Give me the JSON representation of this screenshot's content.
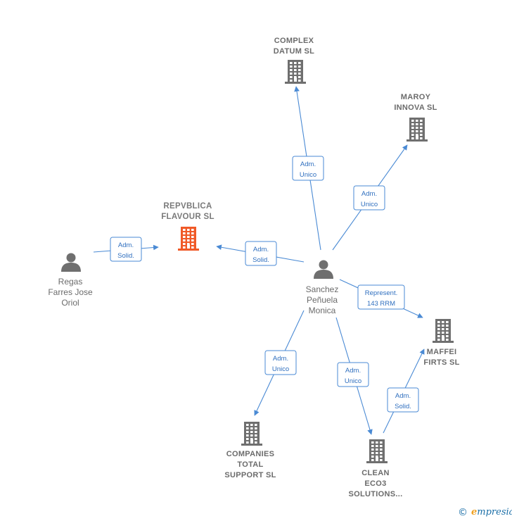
{
  "colors": {
    "edge": "#4a8ad4",
    "building": "#6f6f6f",
    "focus_building": "#f05a28",
    "person": "#6f6f6f"
  },
  "nodes": [
    {
      "id": "complex",
      "kind": "building",
      "lines": [
        "COMPLEX",
        "DATUM SL"
      ]
    },
    {
      "id": "maroy",
      "kind": "building",
      "lines": [
        "MAROY",
        "INNOVA SL"
      ]
    },
    {
      "id": "repvblica",
      "kind": "building",
      "focus": true,
      "lines": [
        "REPVBLICA",
        "FLAVOUR SL"
      ]
    },
    {
      "id": "maffei",
      "kind": "building",
      "lines": [
        "MAFFEI",
        "FIRTS SL"
      ]
    },
    {
      "id": "companies",
      "kind": "building",
      "lines": [
        "COMPANIES",
        "TOTAL",
        "SUPPORT SL"
      ]
    },
    {
      "id": "clean",
      "kind": "building",
      "lines": [
        "CLEAN",
        "ECO3",
        "SOLUTIONS..."
      ]
    },
    {
      "id": "regas",
      "kind": "person",
      "lines": [
        "Regas",
        "Farres Jose",
        "Oriol"
      ]
    },
    {
      "id": "sanchez",
      "kind": "person",
      "lines": [
        "Sanchez",
        "Peñuela",
        "Monica"
      ]
    }
  ],
  "edges": [
    {
      "from": "sanchez",
      "to": "complex",
      "label": [
        "Adm.",
        "Unico"
      ]
    },
    {
      "from": "sanchez",
      "to": "maroy",
      "label": [
        "Adm.",
        "Unico"
      ]
    },
    {
      "from": "sanchez",
      "to": "repvblica",
      "label": [
        "Adm.",
        "Solid."
      ]
    },
    {
      "from": "regas",
      "to": "repvblica",
      "label": [
        "Adm.",
        "Solid."
      ]
    },
    {
      "from": "sanchez",
      "to": "maffei",
      "label": [
        "Represent.",
        "143 RRM"
      ]
    },
    {
      "from": "sanchez",
      "to": "companies",
      "label": [
        "Adm.",
        "Unico"
      ]
    },
    {
      "from": "sanchez",
      "to": "clean",
      "label": [
        "Adm.",
        "Unico"
      ]
    },
    {
      "from": "clean",
      "to": "maffei",
      "label": [
        "Adm.",
        "Solid."
      ]
    }
  ],
  "footer": {
    "copyright_symbol": "©",
    "brand_first": "e",
    "brand_rest": "mpresia"
  }
}
